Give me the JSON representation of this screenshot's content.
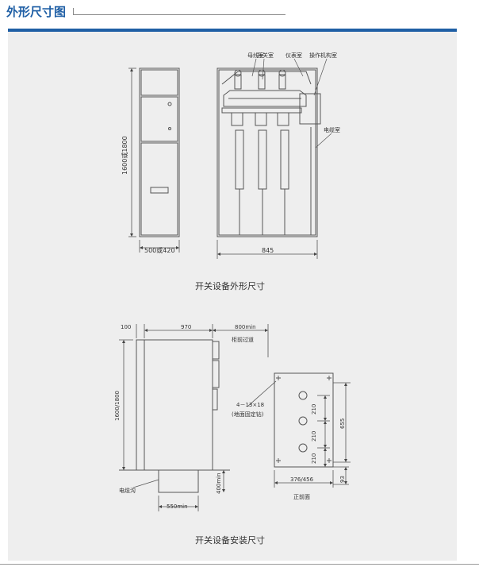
{
  "header": {
    "title": "外形尺寸图"
  },
  "diagram1": {
    "labels": {
      "busbar_room": "母线室",
      "switch_room": "开关室",
      "instrument_room": "仪表室",
      "mechanism_room": "操作机构室",
      "cable_room": "电缆室"
    },
    "dims": {
      "height": "1600或1800",
      "width": "500或420",
      "depth": "845"
    },
    "caption": "开关设备外形尺寸"
  },
  "diagram2": {
    "dims": {
      "d100": "100",
      "d970": "970",
      "d800": "800min",
      "aisle": "柜前过道",
      "height": "1600/1800",
      "d400": "400min",
      "d550": "550min",
      "cable_trench": "电缆沟",
      "bolts": "4－13×18",
      "bolts_note": "(地面固定钻)",
      "d210a": "210",
      "d210b": "210",
      "d210c": "210",
      "d655": "655",
      "d376": "376/456",
      "d93": "93",
      "front": "正前面"
    },
    "caption": "开关设备安装尺寸"
  }
}
